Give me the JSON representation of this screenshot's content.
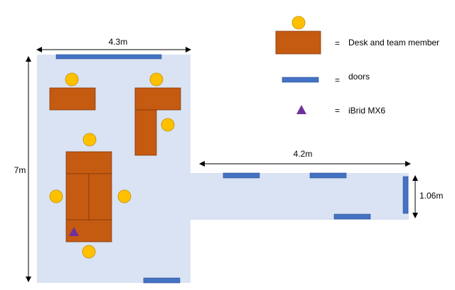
{
  "colors": {
    "floor": "#dae3f3",
    "desk": "#c55a11",
    "desk_stroke": "#7f3a0a",
    "member": "#ffc000",
    "member_stroke": "#bf9000",
    "door": "#4472c4",
    "door_stroke": "#2f528f",
    "device": "#7030a0"
  },
  "icons": {
    "member": "circle",
    "door": "bar",
    "device": "triangle"
  },
  "dimensions": {
    "top_width": "4.3m",
    "left_height": "7m",
    "corridor_width": "4.2m",
    "corridor_height": "1.06m"
  },
  "legend": {
    "desk_member": {
      "eq": "=",
      "label": "Desk and team member"
    },
    "doors": {
      "eq": "=",
      "label": "doors"
    },
    "device": {
      "eq": "=",
      "label": "iBrid MX6"
    }
  }
}
